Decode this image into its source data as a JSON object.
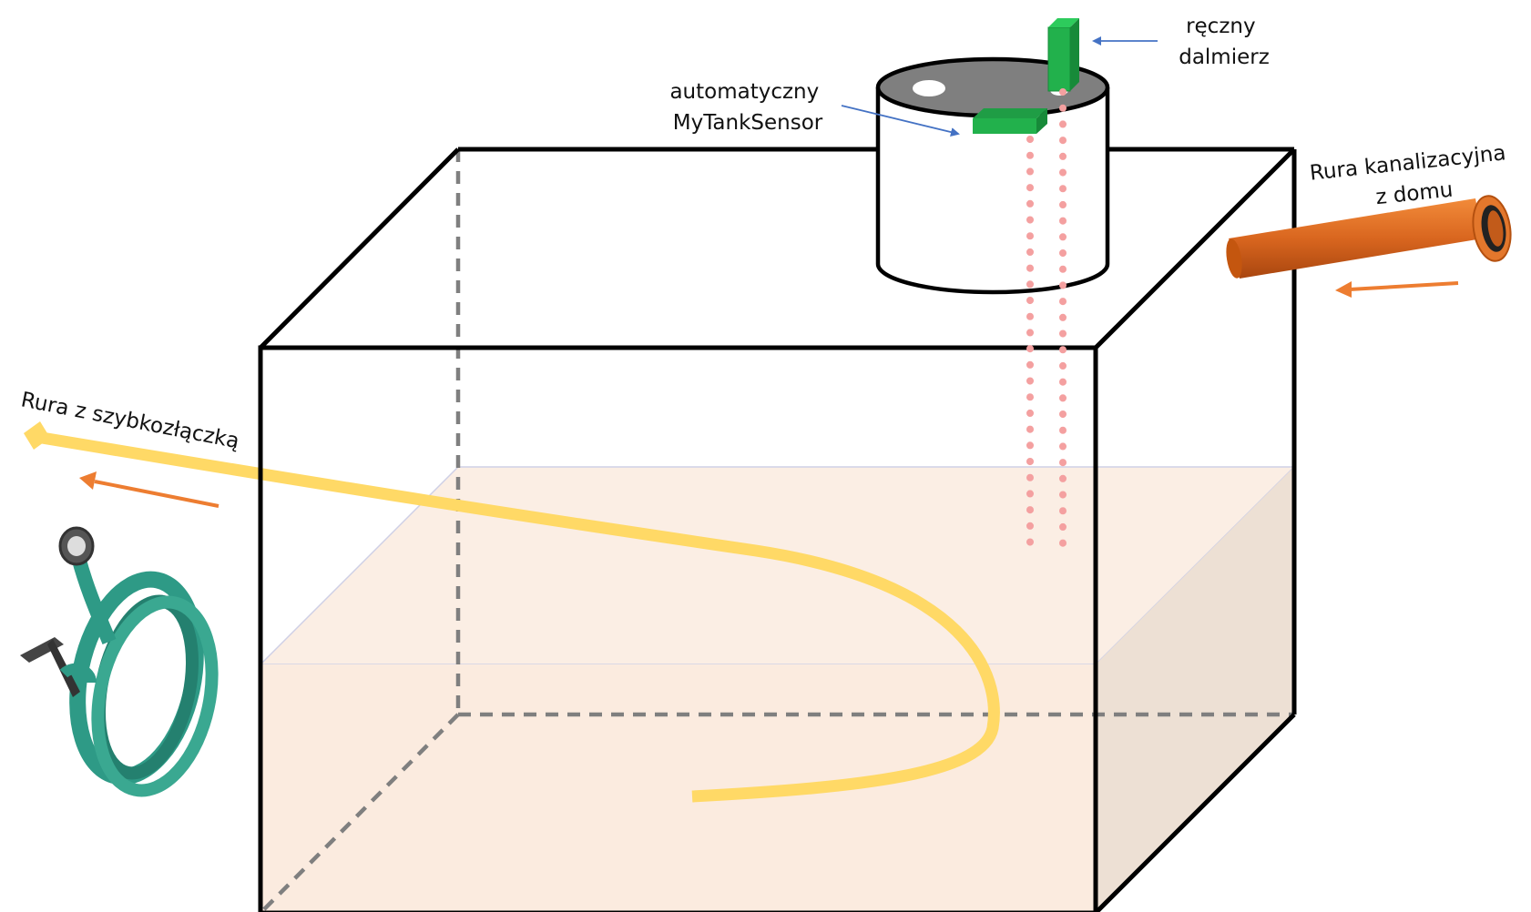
{
  "diagram": {
    "labels": {
      "manual_line1": "ręczny",
      "manual_line2": "dalmierz",
      "auto_line1": "automatyczny",
      "auto_line2": "MyTankSensor",
      "sewer_line1": "Rura kanalizacyjna",
      "sewer_line2": "z domu",
      "hose": "Rura z szybkozłączką"
    },
    "colors": {
      "tank_outline": "#000000",
      "hidden_edge": "#7f7f7f",
      "liquid_front": "#fbebdf",
      "liquid_side": "#ede0d4",
      "liquid_surface": "#fbeee4",
      "riser_lid": "#7f7f7f",
      "sensor_green": "#22b14c",
      "laser_dots": "#f4a0a0",
      "leader_arrow": "#4472c4",
      "flow_arrow": "#ed7d31",
      "suction_hose": "#ffd966",
      "sewer_pipe": "#d9661f",
      "photo_hose": "#2e9a86"
    },
    "icons": {
      "manual_sensor": "rangefinder-icon",
      "auto_sensor": "sensor-icon",
      "sewer_pipe": "pipe-icon",
      "coiled_hose": "hose-icon"
    }
  }
}
